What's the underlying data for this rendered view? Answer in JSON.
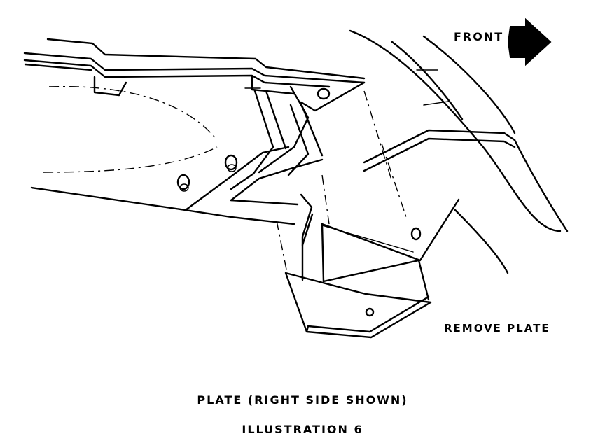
{
  "labels": {
    "front": "FRONT",
    "remove_plate": "REMOVE PLATE",
    "caption_title": "PLATE (RIGHT SIDE SHOWN)",
    "caption_number": "ILLUSTRATION 6"
  },
  "icons": {
    "direction_arrow": "arrow-right-icon"
  },
  "colors": {
    "ink": "#000000",
    "paper": "#ffffff"
  }
}
